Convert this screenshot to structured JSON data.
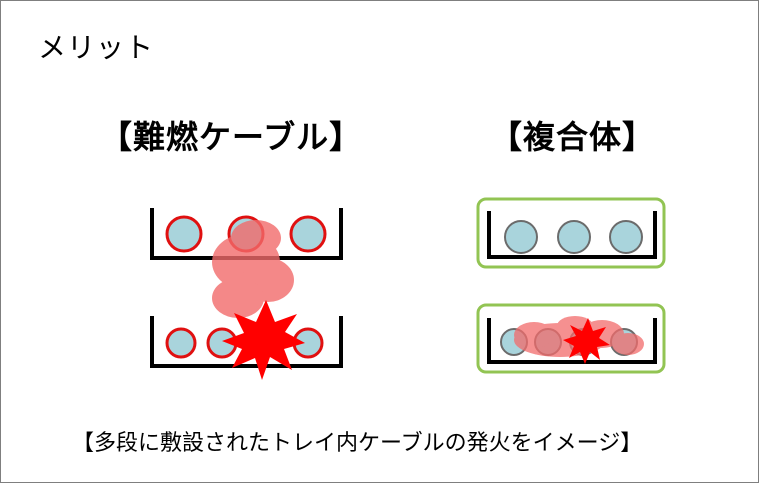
{
  "slide": {
    "title": "メリット",
    "left_heading": "【難燃ケーブル】",
    "right_heading": "【複合体】",
    "caption": "【多段に敷設されたトレイ内ケーブルの発火をイメージ】"
  },
  "colors": {
    "tray": "#000000",
    "cable_fill": "#a9d4dc",
    "cable_stroke_left": "#e01010",
    "cable_stroke_right": "#6b6b6b",
    "composite_border": "#92c453",
    "smoke": "#f26b6b",
    "fire": "#ff0000"
  }
}
